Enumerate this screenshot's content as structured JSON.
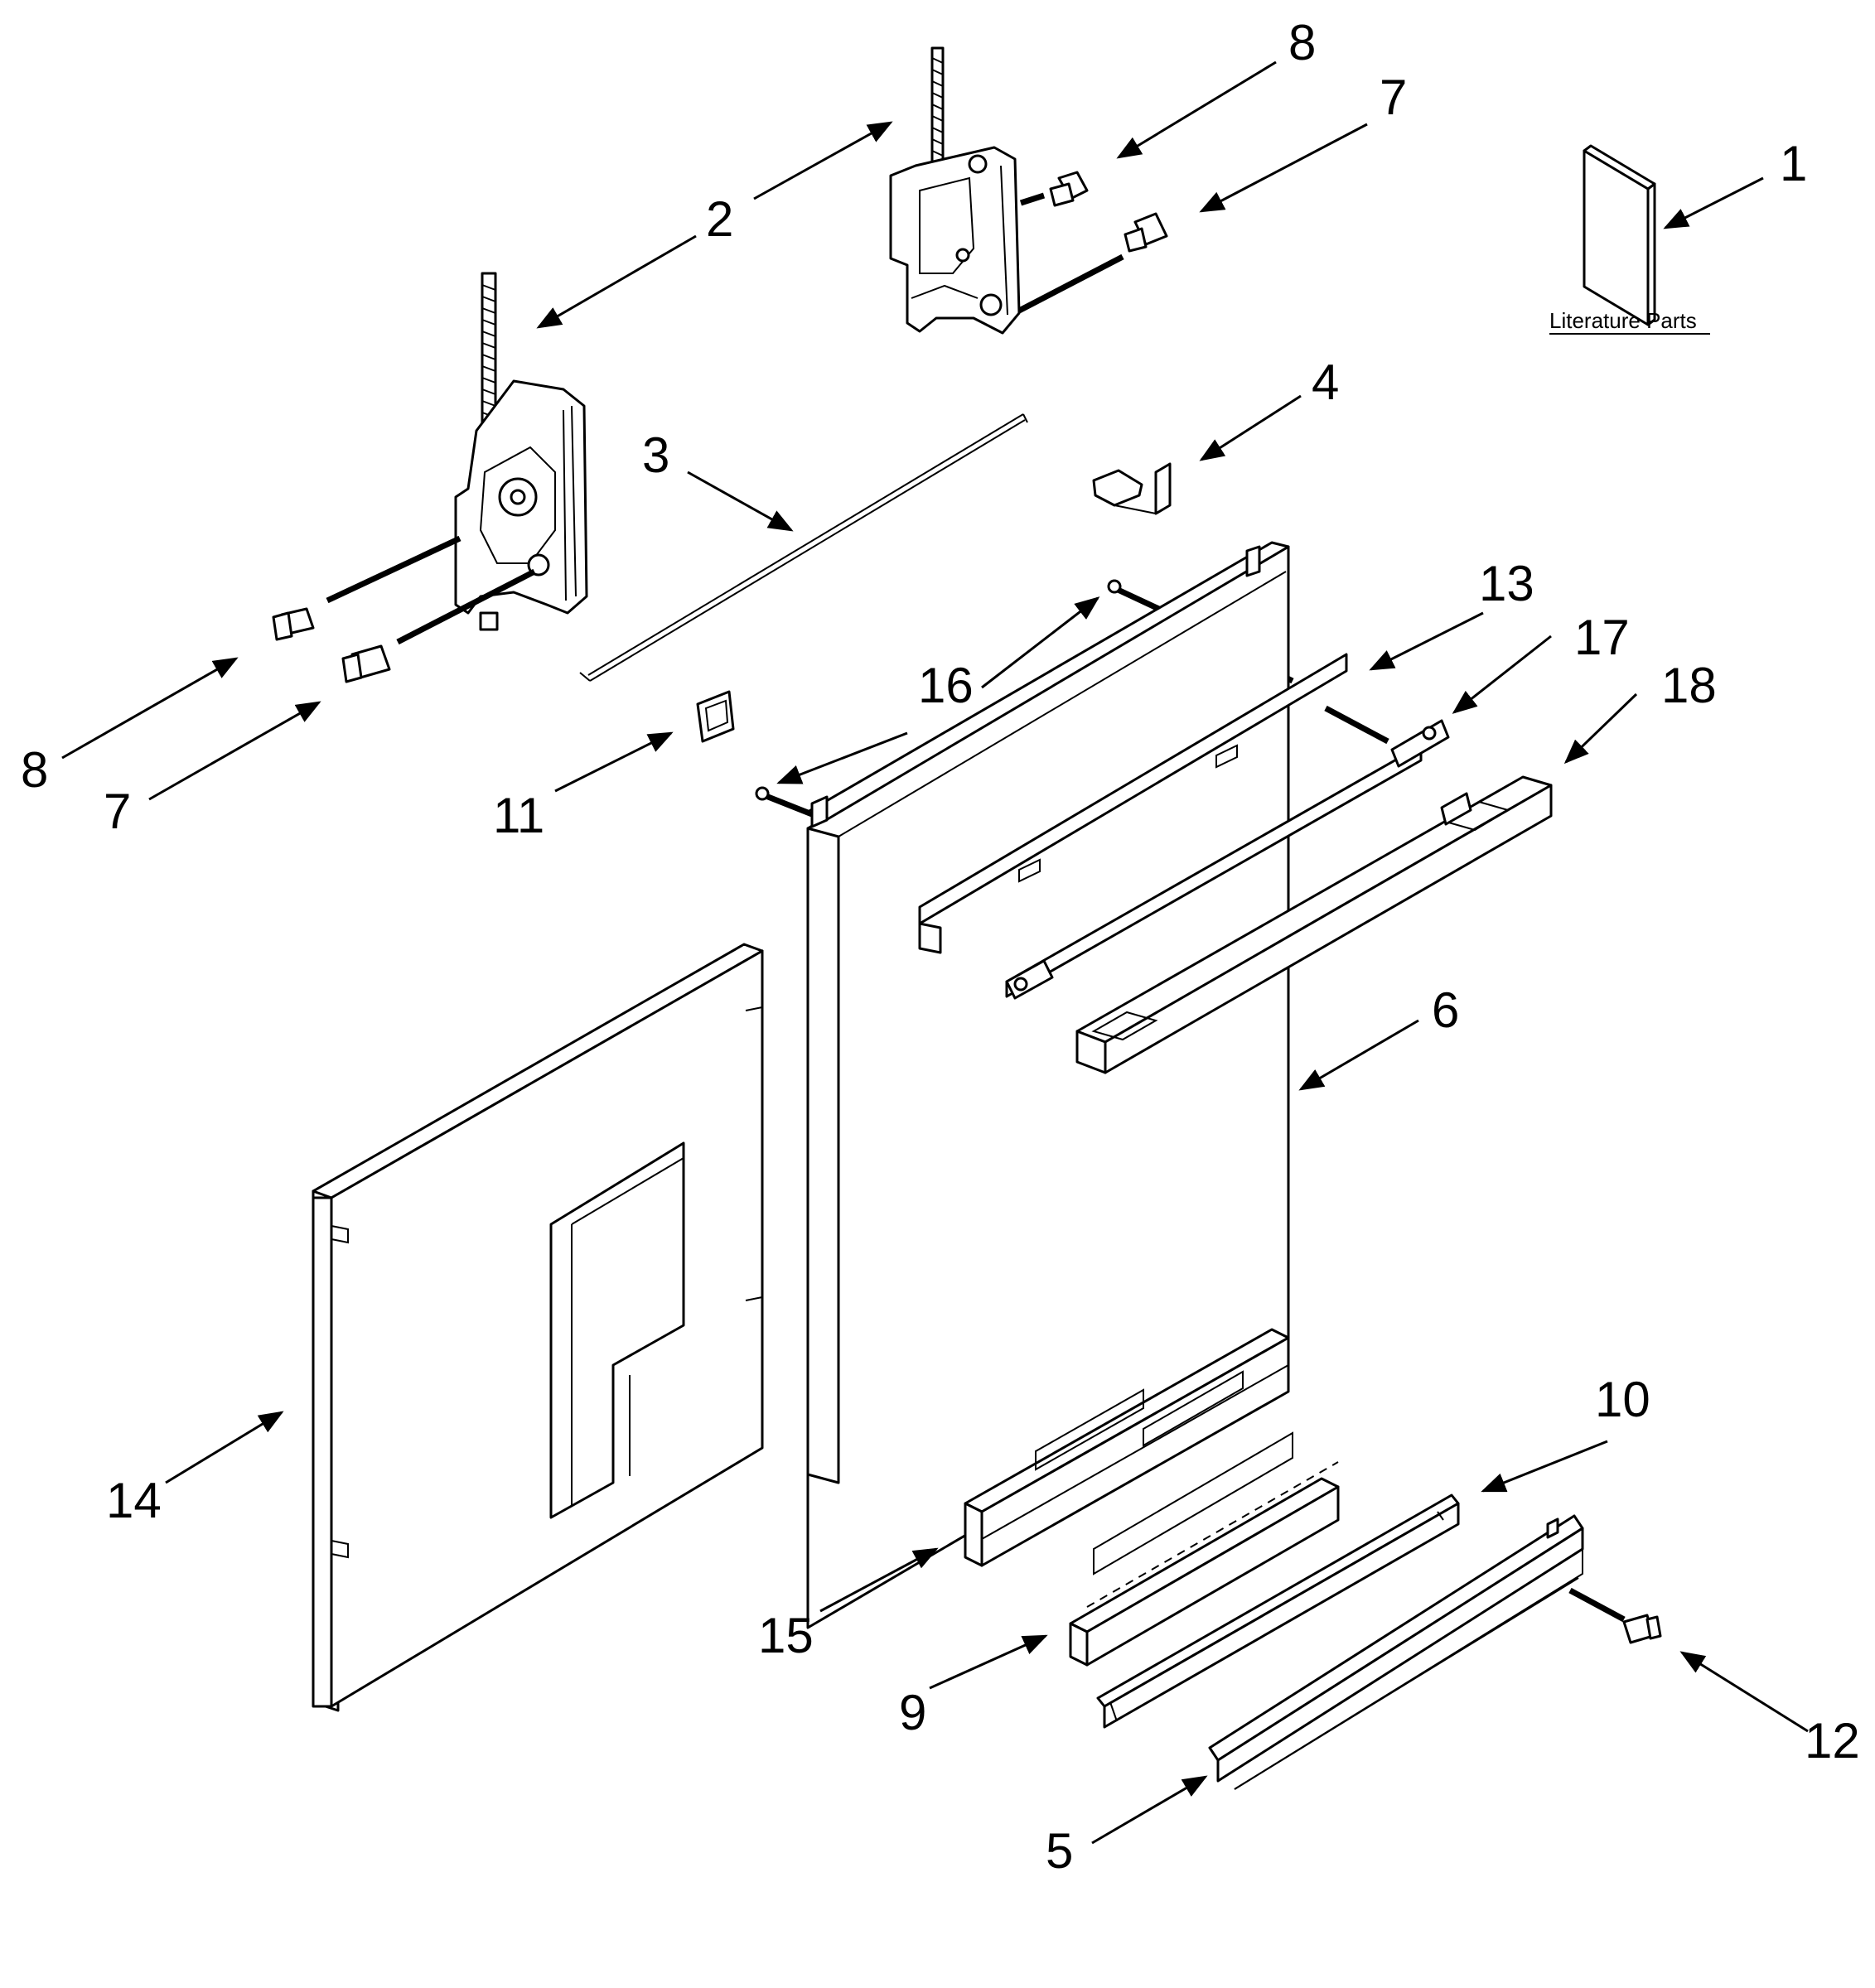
{
  "literature_label": "Literature Parts",
  "callouts": [
    "1",
    "2",
    "3",
    "4",
    "5",
    "6",
    "7",
    "8",
    "7",
    "8",
    "9",
    "10",
    "11",
    "12",
    "13",
    "14",
    "15",
    "16",
    "17",
    "18"
  ]
}
